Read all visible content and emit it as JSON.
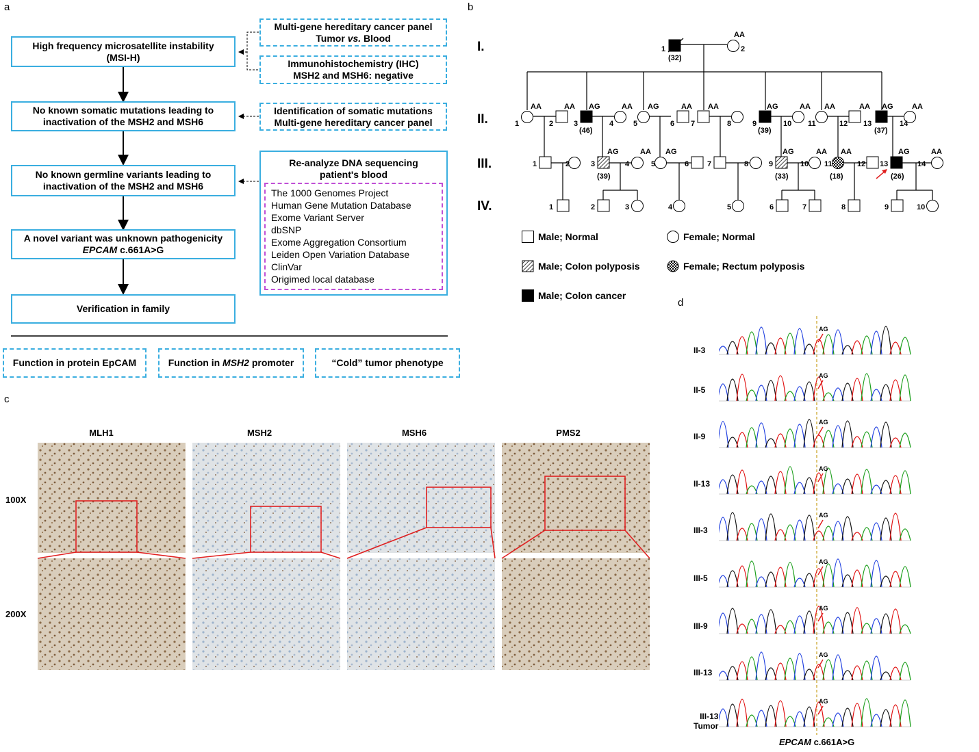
{
  "panels": {
    "a": "a",
    "b": "b",
    "c": "c",
    "d": "d"
  },
  "flowchart": {
    "main": [
      {
        "line1": "High frequency microsatellite instability",
        "line2": "(MSI-H)"
      },
      {
        "line1": "No known somatic mutations leading to",
        "line2": "inactivation of the MSH2 and MSH6"
      },
      {
        "line1": "No known germline variants leading to",
        "line2": "inactivation of the MSH2 and MSH6"
      },
      {
        "line1": "A novel variant was unknown pathogenicity",
        "line2_gene": "EPCAM",
        "line2_rest": " c.661A>G"
      },
      {
        "line1": "Verification in family"
      }
    ],
    "side": [
      {
        "line1": "Multi-gene hereditary cancer panel",
        "line2_a": "Tumor ",
        "line2_vs": "vs.",
        "line2_b": " Blood"
      },
      {
        "line1": "Immunohistochemistry (IHC)",
        "line2": "MSH2 and MSH6: negative"
      },
      {
        "line1": "Identification of somatic mutations",
        "line2": "Multi-gene hereditary cancer panel"
      }
    ],
    "reanalyze": {
      "title1": "Re-analyze DNA sequencing",
      "title2": "patient's blood",
      "databases": [
        "The 1000 Genomes Project",
        "Human Gene Mutation Database",
        "Exome Variant Server",
        "dbSNP",
        "Exome Aggregation Consortium",
        "Leiden Open Variation Database",
        "ClinVar",
        "Origimed local database"
      ]
    },
    "bottom": {
      "protein": "Function in protein EpCAM",
      "promoter_a": "Function in ",
      "promoter_gene": "MSH2",
      "promoter_b": " promoter",
      "cold": "“Cold” tumor phenotype"
    }
  },
  "pedigree": {
    "generations": [
      "I.",
      "II.",
      "III.",
      "IV."
    ],
    "legend": {
      "male_normal": "Male; Normal",
      "female_normal": "Female; Normal",
      "male_polyposis": "Male; Colon polyposis",
      "female_polyposis": "Female; Rectum polyposis",
      "male_cancer": "Male; Colon cancer"
    },
    "genotypes": {
      "aa": "AA",
      "ag": "AG"
    },
    "ages": [
      "(32)",
      "(46)",
      "(39)",
      "(37)",
      "(39)",
      "(33)",
      "(18)",
      "(26)"
    ],
    "numbers": [
      "1",
      "2",
      "3",
      "4",
      "5",
      "6",
      "7",
      "8",
      "9",
      "10",
      "11",
      "12",
      "13",
      "14"
    ]
  },
  "ihc": {
    "markers": [
      "MLH1",
      "MSH2",
      "MSH6",
      "PMS2"
    ],
    "magnifications": [
      "100X",
      "200X"
    ]
  },
  "sequencing": {
    "samples": [
      "II-3",
      "II-5",
      "II-9",
      "II-13",
      "III-3",
      "III-5",
      "III-9",
      "III-13"
    ],
    "tumor_sample_1": "III-13",
    "tumor_sample_2": "Tumor",
    "call": "AG",
    "variant_gene": "EPCAM",
    "variant_rest": " c.661A>G"
  },
  "colors": {
    "flow_border": "#3aaee0",
    "db_border": "#c04fd6",
    "zoom_box": "#e02020",
    "arrow": "#e02020"
  }
}
